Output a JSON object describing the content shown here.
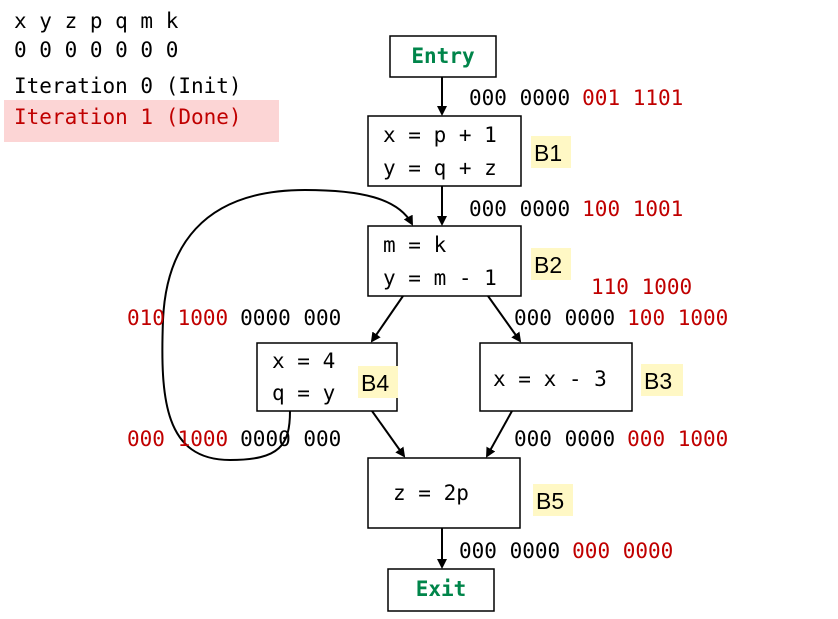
{
  "header": {
    "vars": "x y z p q m k",
    "init_values": "0 0 0 0 0 0 0",
    "iteration0": "Iteration 0 (Init)",
    "iteration1": "Iteration 1 (Done)"
  },
  "nodes": {
    "entry": "Entry",
    "exit": "Exit",
    "b1": {
      "tag": "B1",
      "line1": "x = p + 1",
      "line2": "y = q + z"
    },
    "b2": {
      "tag": "B2",
      "line1": "m = k",
      "line2": "y = m - 1"
    },
    "b3": {
      "tag": "B3",
      "line1": "x = x - 3"
    },
    "b4": {
      "tag": "B4",
      "line1": "x = 4",
      "line2": "q = y"
    },
    "b5": {
      "tag": "B5",
      "line1": "z = 2p"
    }
  },
  "edge_labels": {
    "entry_b1": {
      "black": "000 0000",
      "red": "001 1101"
    },
    "b1_b2": {
      "black": "000 0000",
      "red": "100 1001"
    },
    "b2_out_extra": {
      "red": "110 1000"
    },
    "b2_b4": {
      "red": "010 1000",
      "black": "0000 000"
    },
    "b2_b3": {
      "black": "000 0000",
      "red": "100 1000"
    },
    "b4_b5": {
      "red": "000 1000",
      "black": "0000 000"
    },
    "b3_b5": {
      "black": "000 0000",
      "red": "000 1000"
    },
    "b5_exit": {
      "black": "000 0000",
      "red": "000 0000"
    }
  },
  "colors": {
    "red": "#c00000",
    "green": "#00854a",
    "tag_bg": "#fff8c5",
    "highlight": "#fcd5d5"
  }
}
